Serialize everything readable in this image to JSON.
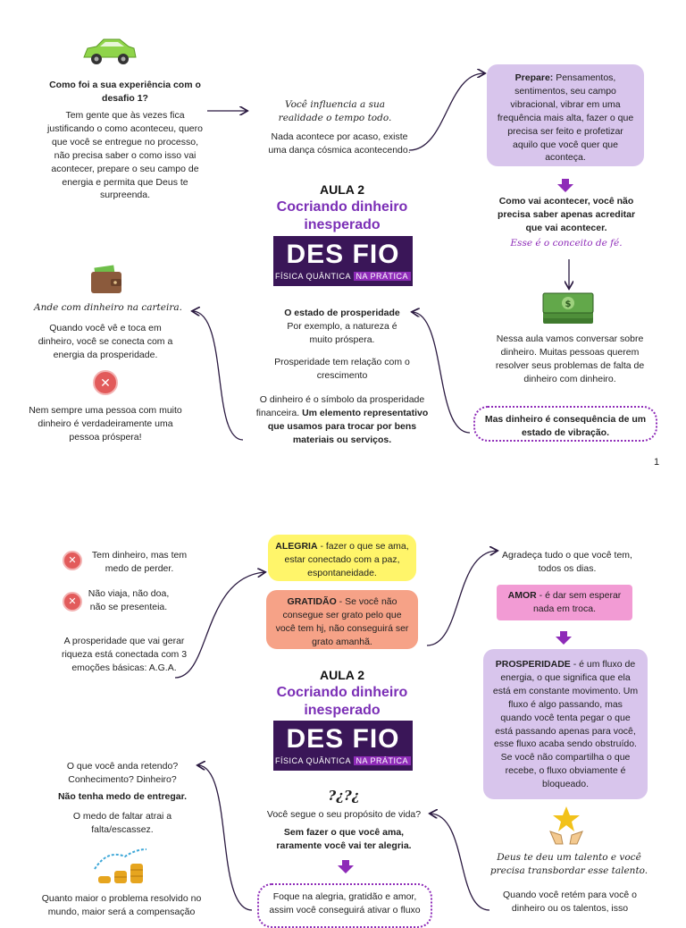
{
  "page1": {
    "q_title": "Como foi a sua experiência com o desafio 1?",
    "q_text": "Tem gente que às vezes fica justificando o como aconteceu, quero que você se entregue no processo, não precisa saber o como isso vai acontecer, prepare o seu campo de energia e permita que Deus te surpreenda.",
    "influence_script": "Você influencia a sua realidade o tempo todo.",
    "influence_text": "Nada acontece por acaso, existe uma dança cósmica acontecendo.",
    "prepare_label": "Prepare:",
    "prepare_text": " Pensamentos, sentimentos, seu campo vibracional, vibrar em uma frequência mais alta, fazer o que precisa ser feito e profetizar aquilo que você quer que aconteça.",
    "faith_bold": "Como vai acontecer, você não precisa saber apenas acreditar que vai acontecer.",
    "faith_script": "Esse é o conceito de fé.",
    "aula": "AULA 2",
    "aula_title": "Cocriando dinheiro inesperado",
    "logo_big": "DES FIO",
    "logo_small_a": "FÍSICA QUÂNTICA",
    "logo_small_b": "NA PRÁTICA",
    "wallet_script": "Ande com dinheiro na carteira.",
    "wallet_text": "Quando você vê e toca em dinheiro, você se conecta com a energia da prosperidade.",
    "rich_text": "Nem sempre uma pessoa com muito dinheiro é verdadeiramente uma pessoa próspera!",
    "prosp_title": "O estado de prosperidade",
    "prosp_text1": "Por exemplo, a natureza é muito próspera.",
    "prosp_text2": "Prosperidade tem relação com o crescimento",
    "prosp_text3a": "O dinheiro é o símbolo da prosperidade financeira. ",
    "prosp_text3b": "Um elemento representativo que usamos para trocar por bens materiais ou serviços.",
    "money_text": "Nessa aula vamos conversar sobre dinheiro. Muitas pessoas querem resolver seus problemas de falta de dinheiro com dinheiro.",
    "vibration_text": "Mas dinheiro é consequência de um estado de vibração.",
    "page_number": "1"
  },
  "page2": {
    "fear_text": "Tem dinheiro, mas tem medo de perder.",
    "travel_text": "Não viaja, não doa, não se presenteia.",
    "aga_text": "A prosperidade que vai gerar riqueza está conectada com 3 emoções básicas: A.G.A.",
    "alegria_label": "ALEGRIA",
    "alegria_text": " - fazer o que se ama, estar conectado com a paz, espontaneidade.",
    "gratidao_label": "GRATIDÃO",
    "gratidao_text": " - Se você não consegue ser grato pelo que você tem hj, não conseguirá ser grato amanhã.",
    "agradeca_text": "Agradeça tudo o que você tem, todos os dias.",
    "amor_label": "AMOR",
    "amor_text": " - é dar sem esperar nada em troca.",
    "prosperidade_label": "PROSPERIDADE",
    "prosperidade_text": " - é um fluxo de energia, o que significa que ela está em constante movimento. Um fluxo é algo passando, mas quando você tenta pegar o que está passando apenas para você, esse fluxo acaba sendo obstruído. Se você não compartilha o que recebe, o fluxo obviamente é bloqueado.",
    "aula": "AULA 2",
    "aula_title": "Cocriando dinheiro inesperado",
    "logo_big": "DES FIO",
    "logo_small_a": "FÍSICA QUÂNTICA",
    "logo_small_b": "NA PRÁTICA",
    "retendo_text": "O que você anda retendo? Conhecimento? Dinheiro?",
    "retendo_bold": "Não tenha medo de entregar.",
    "medo_text": "O medo de faltar atrai a falta/escassez.",
    "problem_text": "Quanto maior o problema resolvido no mundo, maior será a compensação",
    "question_marks": "?¿?¿",
    "proposito_text": "Você segue o seu propósito de vida?",
    "proposito_bold": "Sem fazer o que você ama, raramente você vai ter alegria.",
    "foque_text": "Foque na alegria, gratidão e amor, assim você conseguirá ativar o fluxo",
    "talent_script": "Deus te deu um talento e você precisa transbordar esse talento.",
    "reter_text": "Quando você retém para você o dinheiro ou os talentos, isso"
  },
  "colors": {
    "purple": "#8e2bb8",
    "lilac": "#d8c5ec",
    "yellow": "#fff56a",
    "salmon": "#f6a287",
    "pink": "#f29bd4",
    "logo_bg": "#3a1658"
  }
}
